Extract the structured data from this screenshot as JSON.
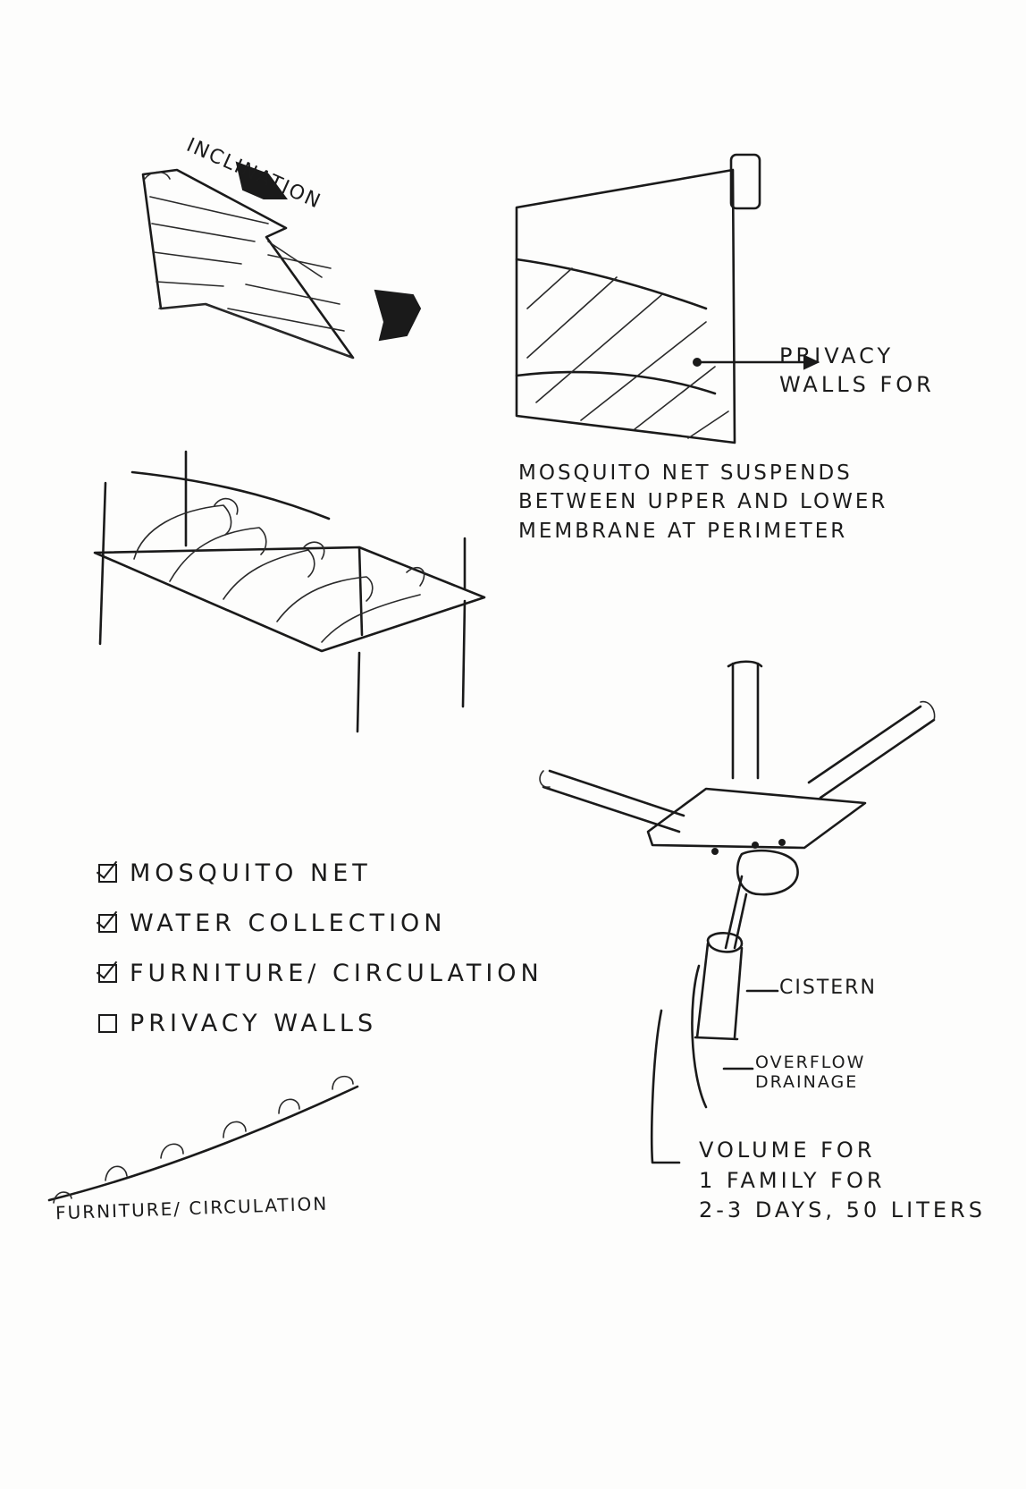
{
  "labels": {
    "inclination": "INCLINATION",
    "privacy_note": [
      "PRIVACY",
      "WALLS FOR"
    ],
    "mosquito_note": [
      "MOSQUITO NET SUSPENDS",
      "BETWEEN UPPER AND LOWER",
      "MEMBRANE AT PERIMETER"
    ],
    "furniture_circulation": "FURNITURE/ CIRCULATION",
    "cistern": "CISTERN",
    "overflow_drainage": [
      "OVERFLOW",
      "DRAINAGE"
    ],
    "volume_note": [
      "VOLUME FOR",
      "1 FAMILY FOR",
      "2-3 DAYS, 50 LITERS"
    ]
  },
  "checklist": [
    {
      "label": "MOSQUITO NET",
      "checked": true
    },
    {
      "label": "WATER COLLECTION",
      "checked": true
    },
    {
      "label": "FURNITURE/ CIRCULATION",
      "checked": true
    },
    {
      "label": "PRIVACY WALLS",
      "checked": false
    }
  ],
  "colors": {
    "ink": "#1a1a1a",
    "paper": "#fdfdfc"
  }
}
